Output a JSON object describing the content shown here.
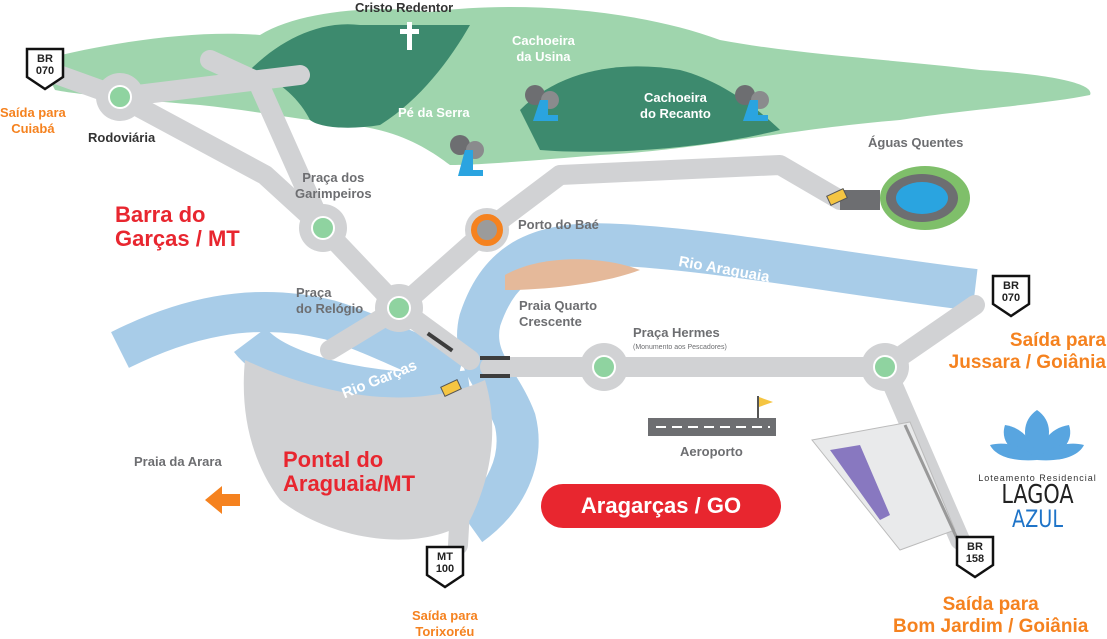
{
  "landmarks": {
    "cristo": "Cristo Redentor",
    "cachoeira_usina": [
      "Cachoeira",
      "da Usina"
    ],
    "pe_da_serra": "Pé da Serra",
    "cachoeira_recanto": [
      "Cachoeira",
      "do Recanto"
    ],
    "aguas_quentes": "Águas Quentes",
    "rodoviaria": "Rodoviária",
    "praca_garimpeiros": [
      "Praça dos",
      "Garimpeiros"
    ],
    "porto_bae": "Porto do Baé",
    "praca_relogio": [
      "Praça",
      "do Relógio"
    ],
    "praia_quarto": [
      "Praia Quarto",
      "Crescente"
    ],
    "praca_hermes": "Praça Hermes",
    "praca_hermes_sub": "(Monumento aos Pescadores)",
    "aeroporto": "Aeroporto",
    "praia_arara": "Praia da Arara"
  },
  "rivers": {
    "araguaia": "Rio Araguaia",
    "garcas": "Rio Garças"
  },
  "cities": {
    "barra": [
      "Barra do",
      "Garças / MT"
    ],
    "pontal": [
      "Pontal do",
      "Araguaia/MT"
    ],
    "aragarcas": "Aragarças / GO"
  },
  "highways": {
    "br070_left": [
      "BR",
      "070"
    ],
    "br070_right": [
      "BR",
      "070"
    ],
    "mt100": [
      "MT",
      "100"
    ],
    "br158": [
      "BR",
      "158"
    ]
  },
  "exits": {
    "cuiaba": [
      "Saída para",
      "Cuiabá"
    ],
    "jussara": [
      "Saída para",
      "Jussara / Goiânia"
    ],
    "torixoreu": [
      "Saída para",
      "Torixoréu"
    ],
    "bom_jardim": [
      "Saída para",
      "Bom Jardim / Goiânia"
    ]
  },
  "logo": {
    "subtitle": "Loteamento Residencial",
    "line1": "LAGOA",
    "line2": "AZUL"
  },
  "colors": {
    "road": "#d1d2d4",
    "river": "#a8cce8",
    "green_light": "#9fd5ad",
    "green_dark": "#3d8a6e",
    "red": "#e8262f",
    "orange": "#f5821f"
  }
}
